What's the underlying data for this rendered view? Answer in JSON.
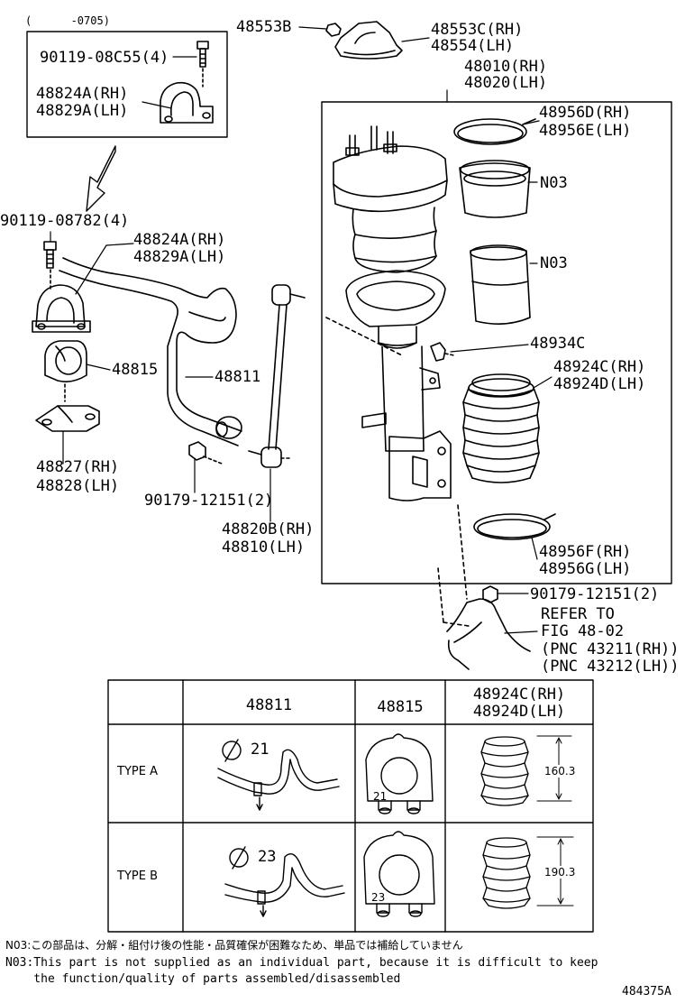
{
  "top_note": "(      -0705)",
  "callouts": {
    "c48553b": "48553B",
    "c48553c": "48553C(RH)",
    "c48554": "48554(LH)",
    "c48010": "48010(RH)",
    "c48020": "48020(LH)",
    "c90119_08c55": "90119-08C55(4)",
    "c48824a_top": "48824A(RH)",
    "c48829a_top": "48829A(LH)",
    "c48956d": "48956D(RH)",
    "c48956e": "48956E(LH)",
    "n03_a": "N03",
    "n03_b": "N03",
    "c90119_08782": "90119-08782(4)",
    "c48824a": "48824A(RH)",
    "c48829a": "48829A(LH)",
    "c48815": "48815",
    "c48811": "48811",
    "c48934c": "48934C",
    "c48924c": "48924C(RH)",
    "c48924d": "48924D(LH)",
    "c48827": "48827(RH)",
    "c48828": "48828(LH)",
    "c90179_a": "90179-12151(2)",
    "c48820b": "48820B(RH)",
    "c48810": "48810(LH)",
    "c48956f": "48956F(RH)",
    "c48956g": "48956G(LH)",
    "c90179_b": "90179-12151(2)",
    "refer1": "REFER TO",
    "refer2": "FIG 48-02",
    "refer3": "(PNC 43211(RH))",
    "refer4": "(PNC 43212(LH))"
  },
  "table": {
    "col1": "48811",
    "col2": "48815",
    "col3a": "48924C(RH)",
    "col3b": "48924D(LH)",
    "row_a": "TYPE A",
    "row_b": "TYPE B",
    "dia_a": "21",
    "dia_b": "23",
    "bush_a": "21",
    "bush_b": "23",
    "len_a": "160.3",
    "len_b": "190.3"
  },
  "notes": {
    "jp": "N03:この部品は、分解・組付け後の性能・品質確保が困難なため、単品では補給していません",
    "en1": "N03:This part is not supplied as an individual part, because it is difficult to keep",
    "en2": "    the function/quality of parts assembled/disassembled"
  },
  "figure_id": "484375A"
}
